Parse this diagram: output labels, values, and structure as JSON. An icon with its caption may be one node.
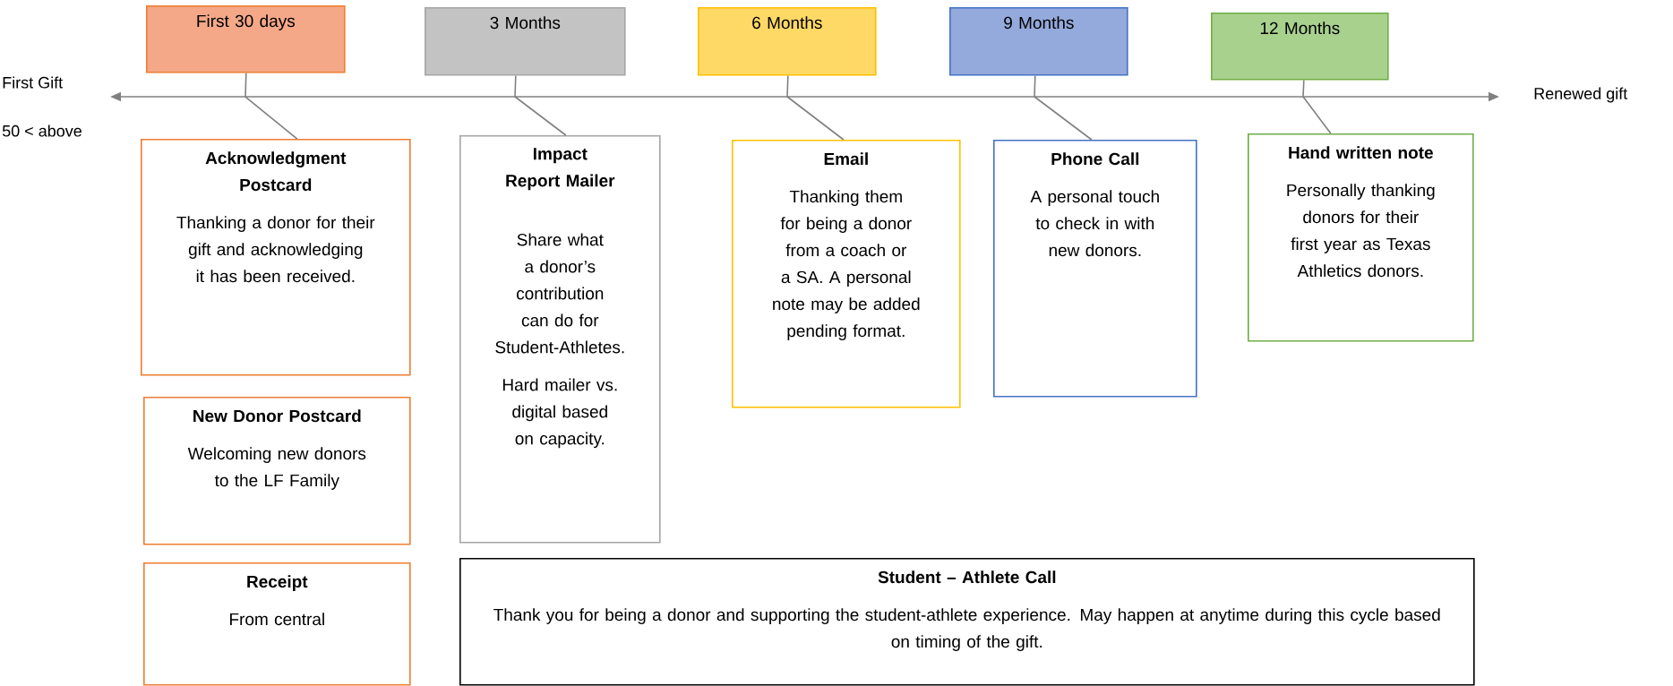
{
  "diagram": {
    "nodes": [
      {
        "text": [
          "First 30 days"
        ]
      },
      {
        "text": [
          "3 Months"
        ]
      },
      {
        "text": [
          "6 Months"
        ]
      },
      {
        "text": [
          "9 Months"
        ]
      },
      {
        "text": [
          "12 Months"
        ]
      },
      {
        "text": [
          "Acknowledgment Postcard",
          "Thanking a donor for their gift and acknowledging it has been received."
        ]
      },
      {
        "text": [
          "New Donor Postcard",
          "Welcoming new donors to the LF Family"
        ]
      },
      {
        "text": [
          "Receipt",
          "From central"
        ]
      },
      {
        "text": [
          "Impact Report Mailer",
          "Share what a donor’s contribution can do for Student-Athletes.",
          "Hard mailer vs. digital based on capacity."
        ]
      },
      {
        "text": [
          "Email",
          "Thanking them for being a donor from a coach or a SA. A personal note may be added pending format."
        ]
      },
      {
        "text": [
          "Phone Call",
          "A personal touch to check in with new donors."
        ]
      },
      {
        "text": [
          "Hand written note",
          "Personally thanking donors for their first year as Texas Athletics donors."
        ]
      },
      {
        "text": [
          "Student – Athlete Call",
          "Thank you for being a donor and supporting the student-athlete experience.  May happen at anytime during this cycle based on timing of the gift."
        ]
      }
    ],
    "edges": [
      {
        "from": 0,
        "to": 5,
        "arrow": "none"
      },
      {
        "from": 1,
        "to": 8,
        "arrow": "none"
      },
      {
        "from": 2,
        "to": 9,
        "arrow": "none"
      },
      {
        "from": 3,
        "to": 10,
        "arrow": "none"
      },
      {
        "from": 4,
        "to": 11,
        "arrow": "none"
      }
    ],
    "labels": [
      "First Gift",
      "50 < above",
      "Renewed gift"
    ]
  }
}
